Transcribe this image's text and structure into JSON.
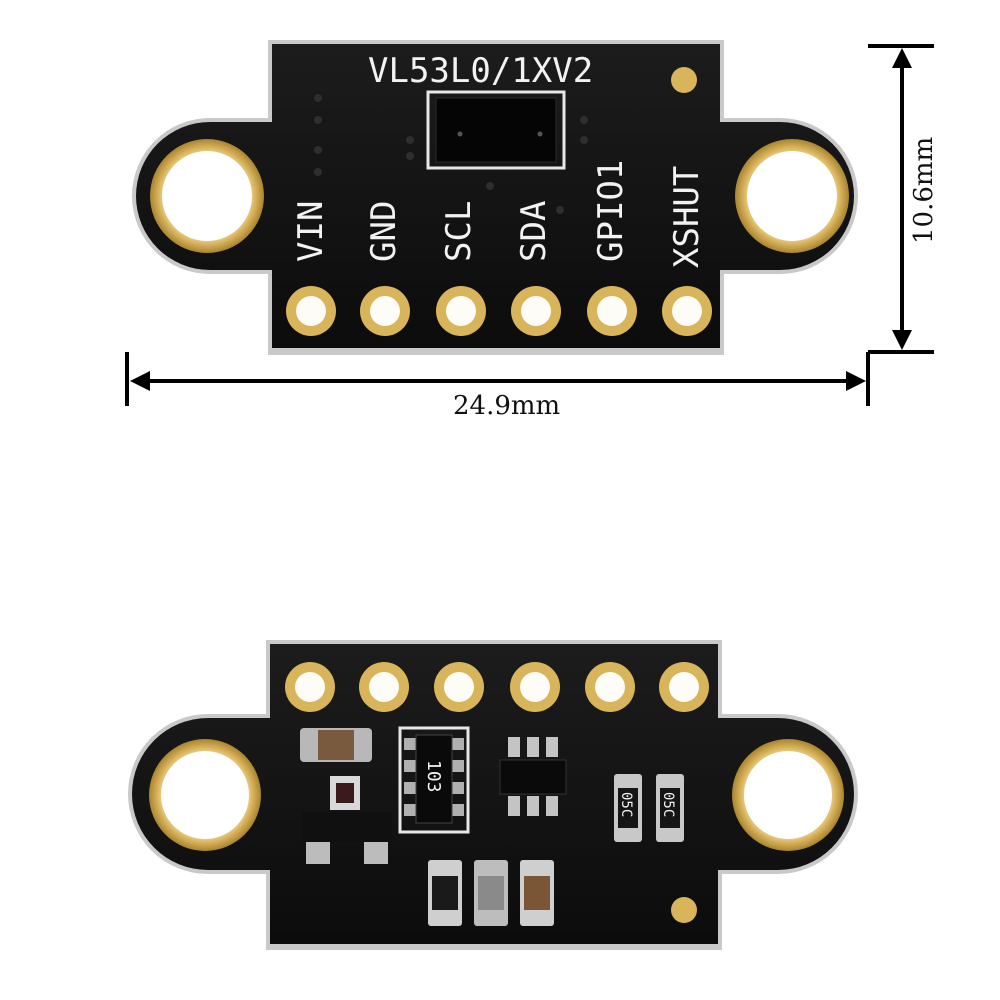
{
  "top_board": {
    "model_label": "VL53L0/1XV2",
    "pins": [
      "VIN",
      "GND",
      "SCL",
      "SDA",
      "GPIO1",
      "XSHUT"
    ]
  },
  "dimensions": {
    "width_label": "24.9mm",
    "height_label": "10.6mm"
  },
  "bottom_board": {
    "resistor_array_label": "103",
    "resistor_labels": [
      "05C",
      "05C"
    ]
  },
  "colors": {
    "pcb": "#141414",
    "gold": "#d8b45a",
    "silk": "#f2f2f2"
  }
}
